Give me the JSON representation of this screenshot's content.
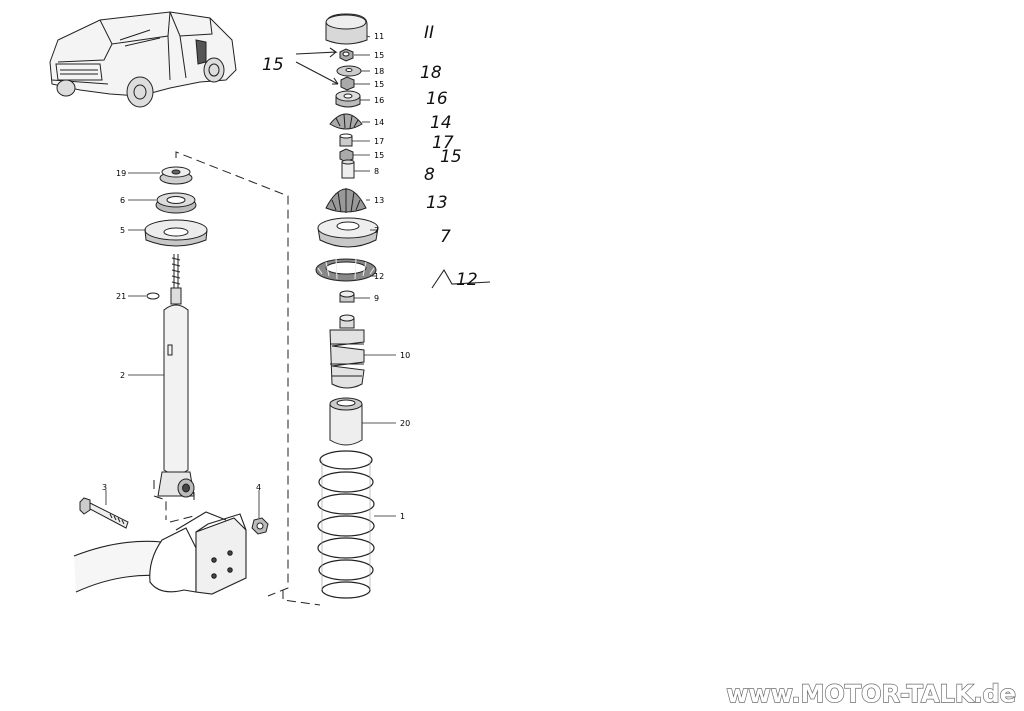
{
  "diagram": {
    "labels": {
      "p11": "11",
      "p15a": "15",
      "p18": "18",
      "p15b": "15",
      "p16": "16",
      "p14": "14",
      "p17": "17",
      "p15c": "15",
      "p8": "8",
      "p13": "13",
      "p7": "7",
      "p12": "12",
      "p9": "9",
      "p10": "10",
      "p20": "20",
      "p1": "1",
      "p19": "19",
      "p6": "6",
      "p5": "5",
      "p21": "21",
      "p2": "2",
      "p3": "3",
      "p4": "4"
    },
    "handwritten": {
      "h11": "II",
      "h18": "18",
      "h16": "16",
      "h14": "14",
      "h17": "17",
      "h15": "15",
      "h8": "8",
      "h13": "13",
      "h7": "7",
      "h12": "12",
      "h15big": "15"
    }
  },
  "watermark": "www.MOTOR-TALK.de"
}
